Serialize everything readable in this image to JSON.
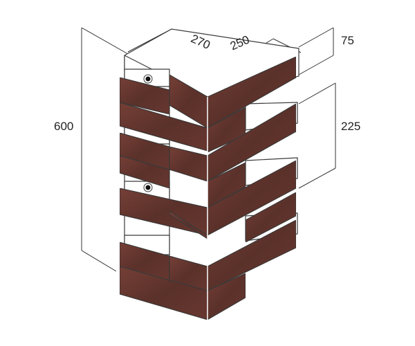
{
  "dimensions": {
    "height_total": "600",
    "width_left": "270",
    "width_right": "250",
    "top_right": "75",
    "right_mid": "225"
  },
  "colors": {
    "brick": "#6b3b33",
    "brick_dark": "#4e2a26",
    "mount": "#ffffff",
    "outline": "#3a3a3a",
    "dim": "#333333"
  },
  "icons": [
    "screw-hole-icon",
    "screw-hole-icon"
  ]
}
